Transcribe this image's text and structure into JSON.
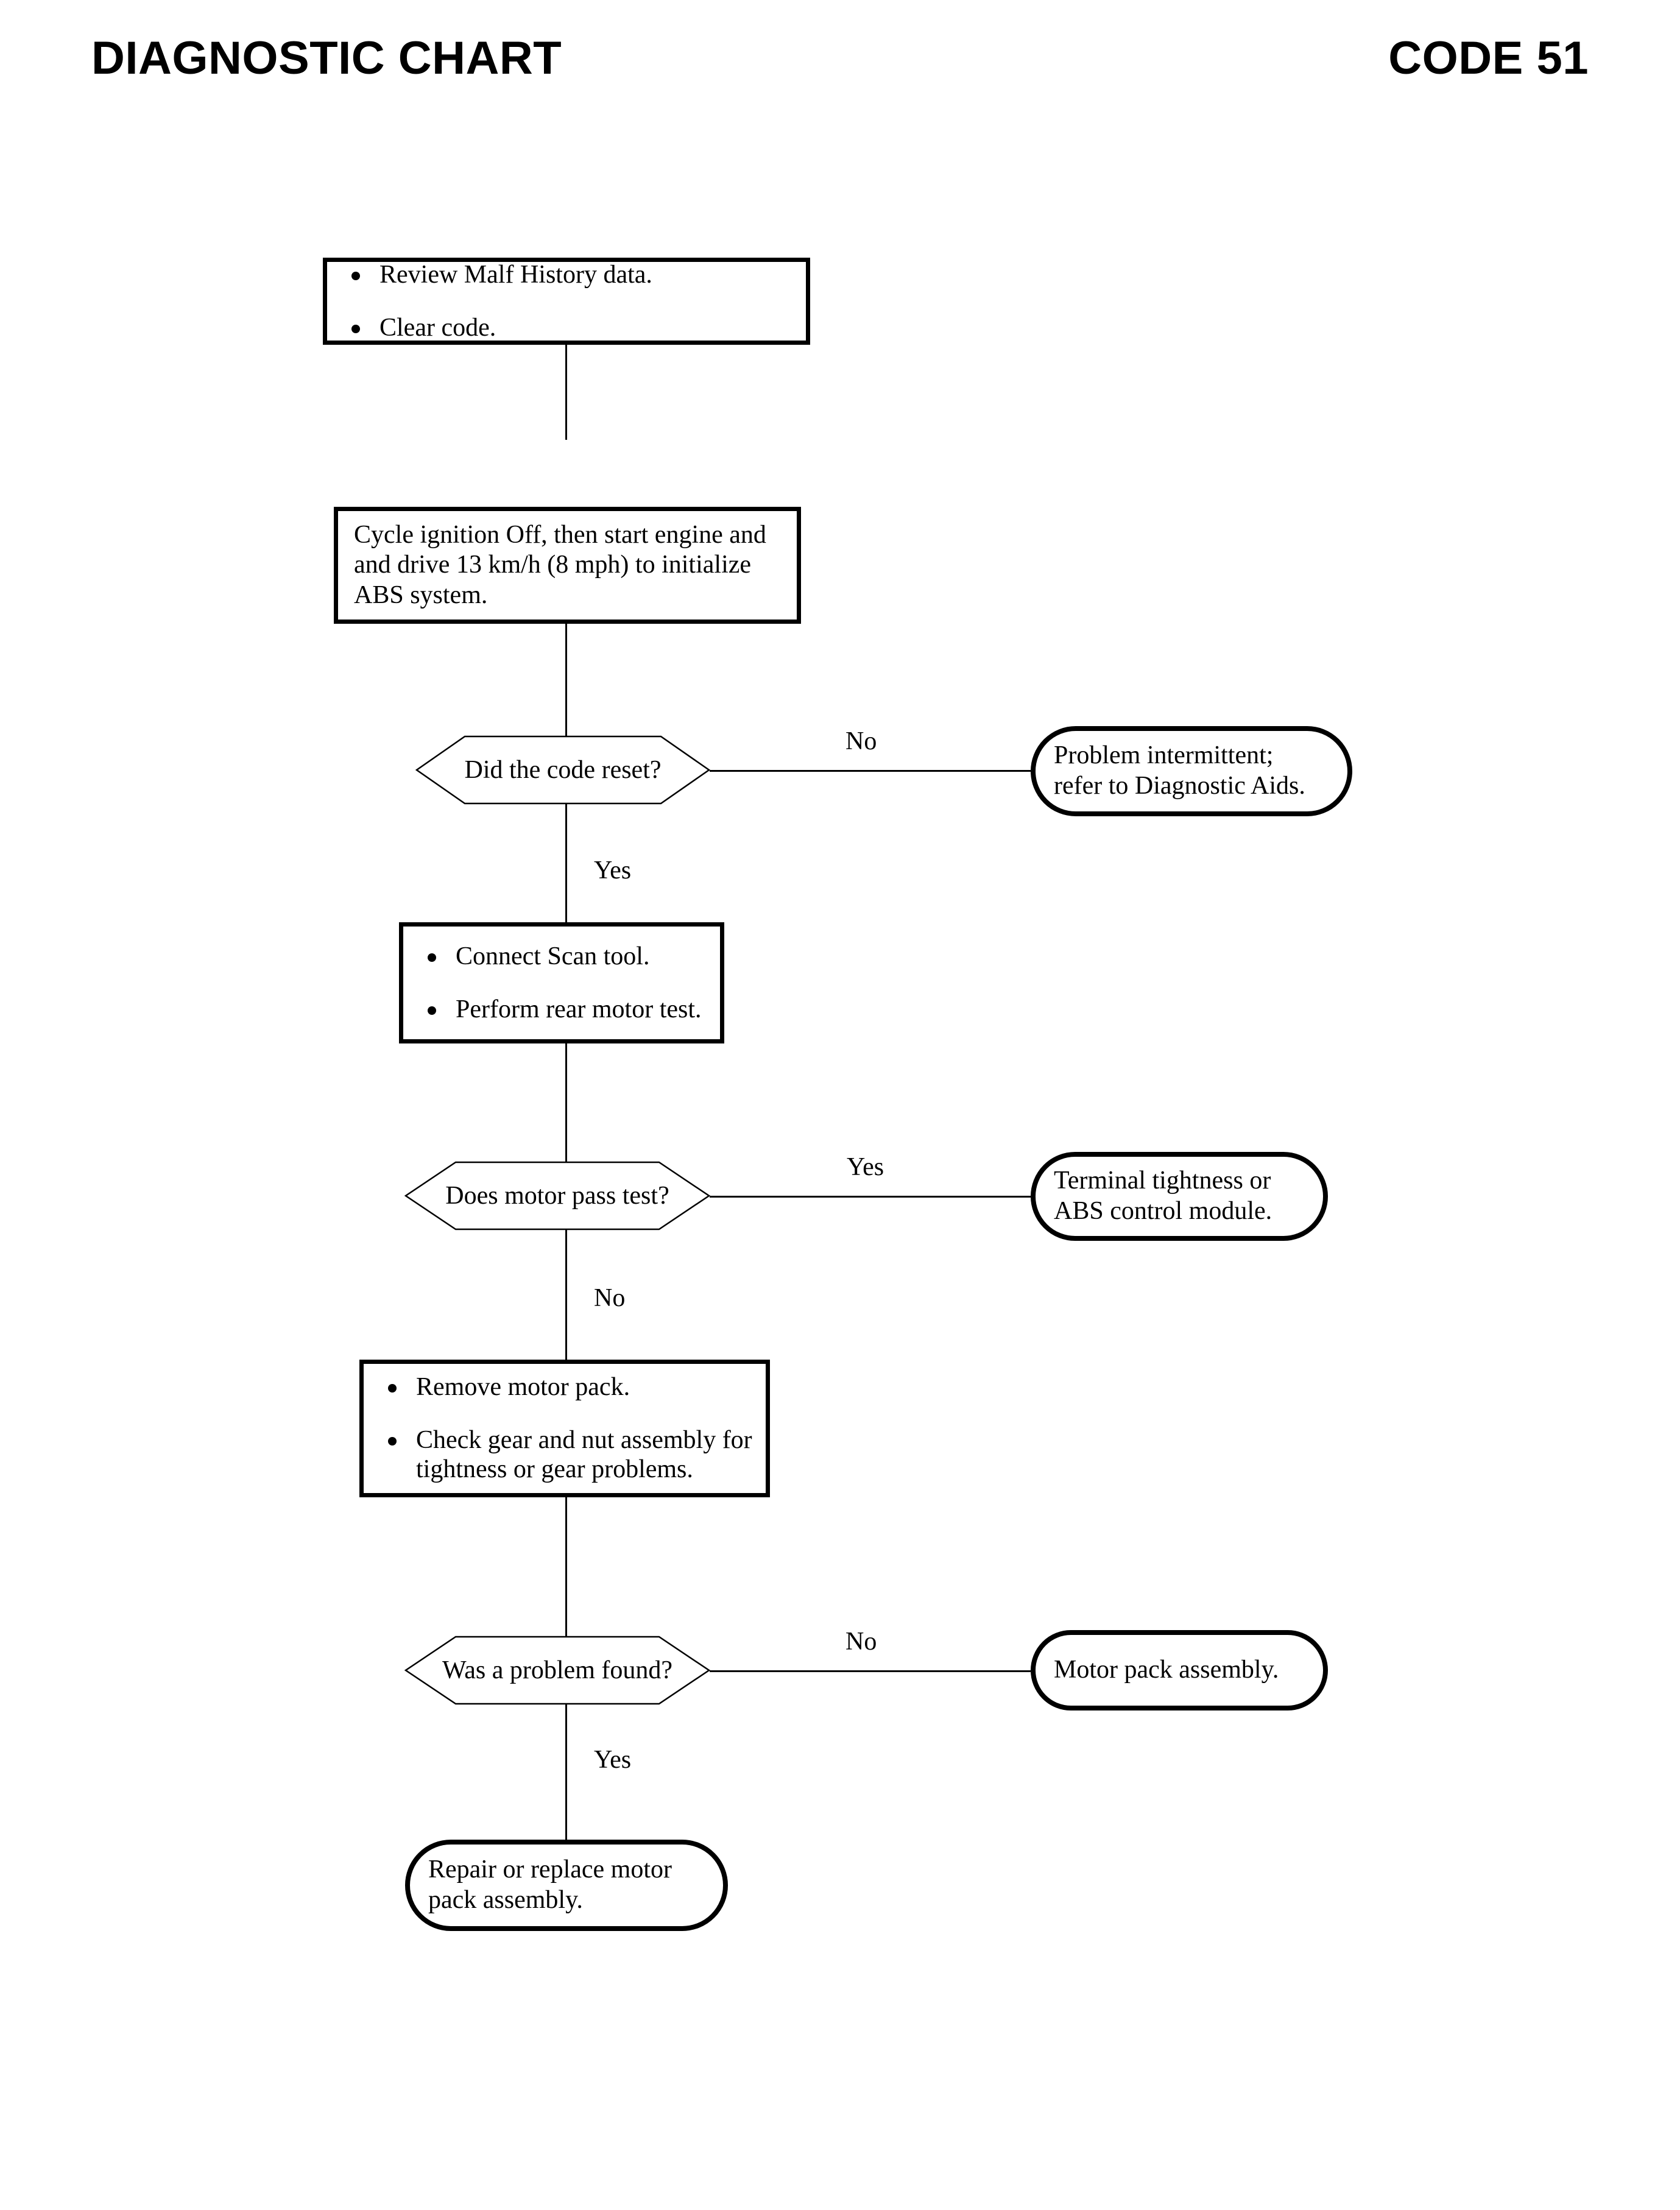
{
  "header": {
    "title": "DIAGNOSTIC CHART",
    "code": "CODE 51"
  },
  "nodes": {
    "step1": {
      "type": "process",
      "bullets": [
        "Review Malf History data.",
        "Clear code."
      ]
    },
    "step2": {
      "type": "process",
      "text": "Cycle ignition Off, then start engine and\nand drive 13 km/h (8 mph) to initialize\nABS system."
    },
    "decision1": {
      "type": "decision",
      "text": "Did the code reset?",
      "branch_right": "No",
      "branch_down": "Yes"
    },
    "terminal1": {
      "type": "terminal",
      "text": "Problem intermittent;\nrefer to Diagnostic Aids."
    },
    "step3": {
      "type": "process",
      "bullets": [
        "Connect Scan tool.",
        "Perform rear motor test."
      ]
    },
    "decision2": {
      "type": "decision",
      "text": "Does motor pass test?",
      "branch_right": "Yes",
      "branch_down": "No"
    },
    "terminal2": {
      "type": "terminal",
      "text": "Terminal tightness or\nABS control module."
    },
    "step4": {
      "type": "process",
      "bullets": [
        "Remove motor pack.",
        "Check gear and nut assembly for\ntightness or gear problems."
      ]
    },
    "decision3": {
      "type": "decision",
      "text": "Was a problem found?",
      "branch_right": "No",
      "branch_down": "Yes"
    },
    "terminal3": {
      "type": "terminal",
      "text": "Motor pack assembly."
    },
    "terminal4": {
      "type": "terminal",
      "text": "Repair or replace motor\npack assembly."
    }
  },
  "colors": {
    "ink": "#000000",
    "paper": "#ffffff"
  }
}
